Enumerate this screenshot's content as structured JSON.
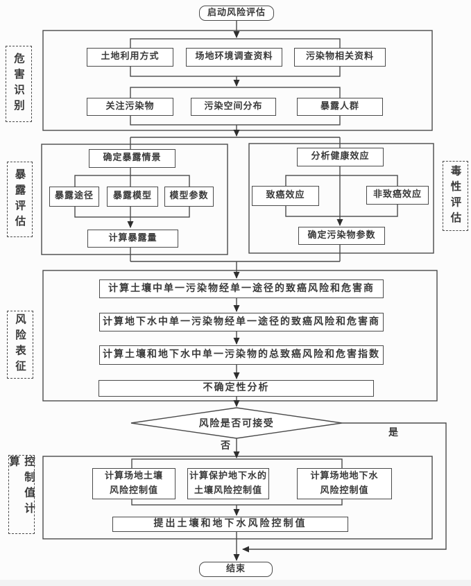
{
  "colors": {
    "line": "#4a4a4a",
    "arrow": "#2e2e2e",
    "text": "#3a3a3a",
    "background": "#fcfcfc",
    "footer_strip": "#f2f3f3",
    "node_fill": "#ffffff"
  },
  "fc": {
    "start": "启动风险评估",
    "end": "结束",
    "stage_labels": {
      "hazard": "危害识别",
      "exposure": "暴露评估",
      "toxicity": "毒性评估",
      "characterization": "风险表征",
      "control": "控制值计算"
    },
    "hazard": {
      "row1": [
        "土地利用方式",
        "场地环境调查资料",
        "污染物相关资料"
      ],
      "row2": [
        "关注污染物",
        "污染空间分布",
        "暴露人群"
      ]
    },
    "exposure": {
      "scenario": "确定暴露情景",
      "items": [
        "暴露途径",
        "暴露模型",
        "模型参数"
      ],
      "calc": "计算暴露量"
    },
    "toxicity": {
      "analyze": "分析健康效应",
      "items": [
        "致癌效应",
        "非致癌效应"
      ],
      "params": "确定污染物参数"
    },
    "characterization": {
      "steps": [
        "计算土壤中单一污染物经单一途径的致癌风险和危害商",
        "计算地下水中单一污染物经单一途径的致癌风险和危害商",
        "计算土壤和地下水中单一污染物的总致癌风险和危害指数",
        "不确定性分析"
      ]
    },
    "decision": {
      "question": "风险是否可接受",
      "yes": "是",
      "no": "否"
    },
    "control": {
      "boxes": [
        {
          "line1": "计算场地土壤",
          "line2": "风险控制值"
        },
        {
          "line1": "计算保护地下水的",
          "line2": "土壤风险控制值"
        },
        {
          "line1": "计算场地地下水",
          "line2": "风险控制值"
        }
      ],
      "propose": "提出土壤和地下水风险控制值"
    }
  }
}
